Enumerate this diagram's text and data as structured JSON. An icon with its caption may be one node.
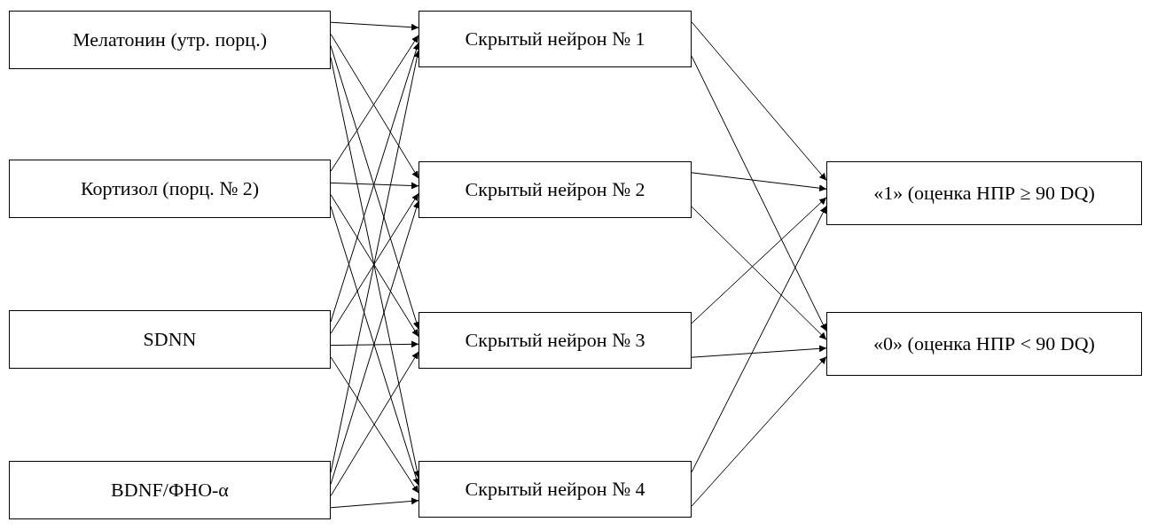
{
  "diagram": {
    "nodes": [
      {
        "text": [
          "Мелатонин (утр. порц.)"
        ]
      },
      {
        "text": [
          "Кортизол (порц. № 2)"
        ]
      },
      {
        "text": [
          "SDNN"
        ]
      },
      {
        "text": [
          "BDNF/ФНО-α"
        ]
      },
      {
        "text": [
          "Скрытый нейрон № 1"
        ]
      },
      {
        "text": [
          "Скрытый нейрон № 2"
        ]
      },
      {
        "text": [
          "Скрытый нейрон № 3"
        ]
      },
      {
        "text": [
          "Скрытый нейрон № 4"
        ]
      },
      {
        "text": [
          "«1» (оценка НПР ≥ 90 DQ)"
        ]
      },
      {
        "text": [
          "«0» (оценка НПР < 90 DQ)"
        ]
      }
    ],
    "edges": [
      {
        "from": 0,
        "to": 4,
        "arrow": "to"
      },
      {
        "from": 0,
        "to": 5,
        "arrow": "to"
      },
      {
        "from": 0,
        "to": 6,
        "arrow": "to"
      },
      {
        "from": 0,
        "to": 7,
        "arrow": "to"
      },
      {
        "from": 1,
        "to": 4,
        "arrow": "to"
      },
      {
        "from": 1,
        "to": 5,
        "arrow": "to"
      },
      {
        "from": 1,
        "to": 6,
        "arrow": "to"
      },
      {
        "from": 1,
        "to": 7,
        "arrow": "to"
      },
      {
        "from": 2,
        "to": 4,
        "arrow": "to"
      },
      {
        "from": 2,
        "to": 5,
        "arrow": "to"
      },
      {
        "from": 2,
        "to": 6,
        "arrow": "to"
      },
      {
        "from": 2,
        "to": 7,
        "arrow": "to"
      },
      {
        "from": 3,
        "to": 4,
        "arrow": "to"
      },
      {
        "from": 3,
        "to": 5,
        "arrow": "to"
      },
      {
        "from": 3,
        "to": 6,
        "arrow": "to"
      },
      {
        "from": 3,
        "to": 7,
        "arrow": "to"
      },
      {
        "from": 4,
        "to": 8,
        "arrow": "to"
      },
      {
        "from": 4,
        "to": 9,
        "arrow": "to"
      },
      {
        "from": 5,
        "to": 8,
        "arrow": "to"
      },
      {
        "from": 5,
        "to": 9,
        "arrow": "to"
      },
      {
        "from": 6,
        "to": 8,
        "arrow": "to"
      },
      {
        "from": 6,
        "to": 9,
        "arrow": "to"
      },
      {
        "from": 7,
        "to": 8,
        "arrow": "to"
      },
      {
        "from": 7,
        "to": 9,
        "arrow": "to"
      }
    ]
  }
}
